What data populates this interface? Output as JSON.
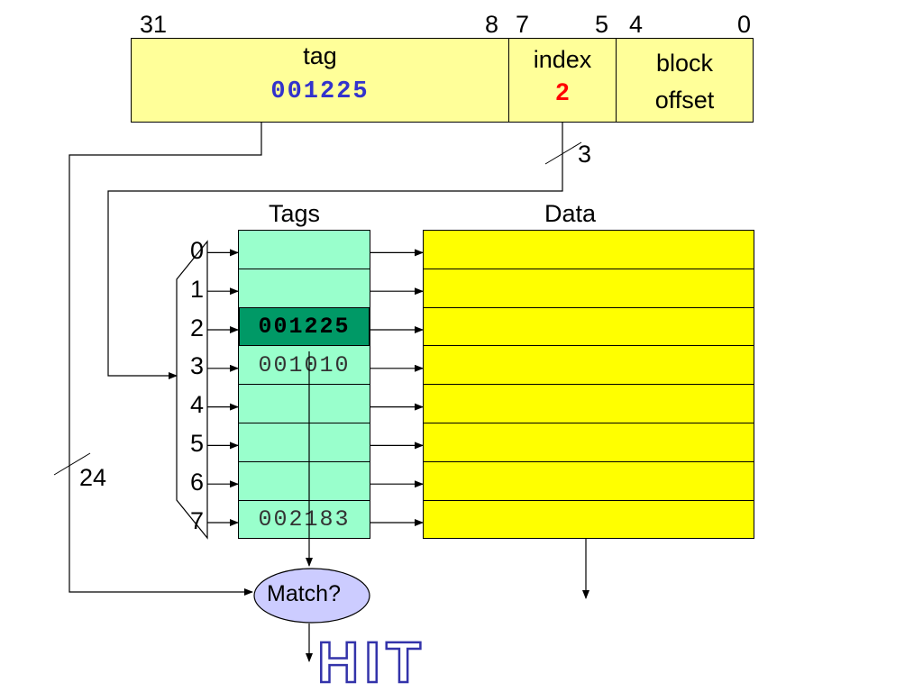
{
  "address": {
    "bits": [
      "31",
      "8",
      "7",
      "5",
      "4",
      "0"
    ],
    "tag_label": "tag",
    "tag_value": "001225",
    "index_label": "index",
    "index_value": "2",
    "offset_label_1": "block",
    "offset_label_2": "offset"
  },
  "widths": {
    "index_width": "3",
    "tag_width": "24"
  },
  "tags_header": "Tags",
  "data_header": "Data",
  "rows": [
    {
      "index": "0",
      "tag": ""
    },
    {
      "index": "1",
      "tag": ""
    },
    {
      "index": "2",
      "tag": "001225"
    },
    {
      "index": "3",
      "tag": "001010"
    },
    {
      "index": "4",
      "tag": ""
    },
    {
      "index": "5",
      "tag": ""
    },
    {
      "index": "6",
      "tag": ""
    },
    {
      "index": "7",
      "tag": "002183"
    }
  ],
  "match_label": "Match?",
  "result_label": "HIT",
  "colors": {
    "address_fill": "#ffff99",
    "tags_fill": "#99ffcc",
    "selected_tag_fill": "#009966",
    "data_fill": "#ffff00",
    "match_fill": "#ccccff",
    "tag_value_color": "#3333cc",
    "index_value_color": "#ff0000",
    "hit_outline": "#3333aa"
  }
}
